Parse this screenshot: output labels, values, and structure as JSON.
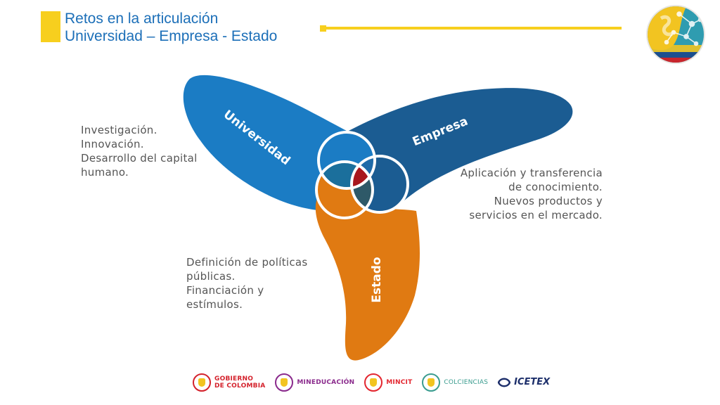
{
  "header": {
    "title_line1": "Retos en la articulación",
    "title_line2": "Universidad – Empresa - Estado"
  },
  "diagram": {
    "petals": [
      {
        "label": "Universidad",
        "color": "#1b7cc4"
      },
      {
        "label": "Empresa",
        "color": "#1b5c92"
      },
      {
        "label": "Estado",
        "color": "#e07a12"
      }
    ],
    "overlap_colors": {
      "center": "#a8171d",
      "universidad_empresa": "#1e6aa8",
      "empresa_estado": "#2e5968",
      "universidad_estado": "#1b6f9c"
    }
  },
  "notes": {
    "universidad": [
      "Investigación.",
      "Innovación.",
      "Desarrollo del capital",
      "humano."
    ],
    "empresa": [
      "Aplicación y transferencia",
      "de conocimiento.",
      "Nuevos productos y",
      "servicios en el mercado."
    ],
    "estado": [
      "Definición de políticas",
      "públicas.",
      "Financiación y",
      "estímulos."
    ]
  },
  "footer": {
    "logos": [
      {
        "line1": "GOBIERNO",
        "line2": "DE COLOMBIA",
        "color": "#d4212b",
        "icon": "coat-of-arms-icon"
      },
      {
        "line1": "MINEDUCACIÓN",
        "line2": "",
        "color": "#8a2a8c",
        "icon": "coat-of-arms-icon"
      },
      {
        "line1": "MINCIT",
        "line2": "",
        "color": "#e3262f",
        "icon": "coat-of-arms-icon"
      },
      {
        "line1": "COLCIENCIAS",
        "line2": "",
        "color": "#3a9c8f",
        "icon": "coat-of-arms-icon"
      },
      {
        "line1": "ICETEX",
        "line2": "",
        "color": "#1d2f6b",
        "icon": "icetex-mark-icon"
      }
    ]
  }
}
